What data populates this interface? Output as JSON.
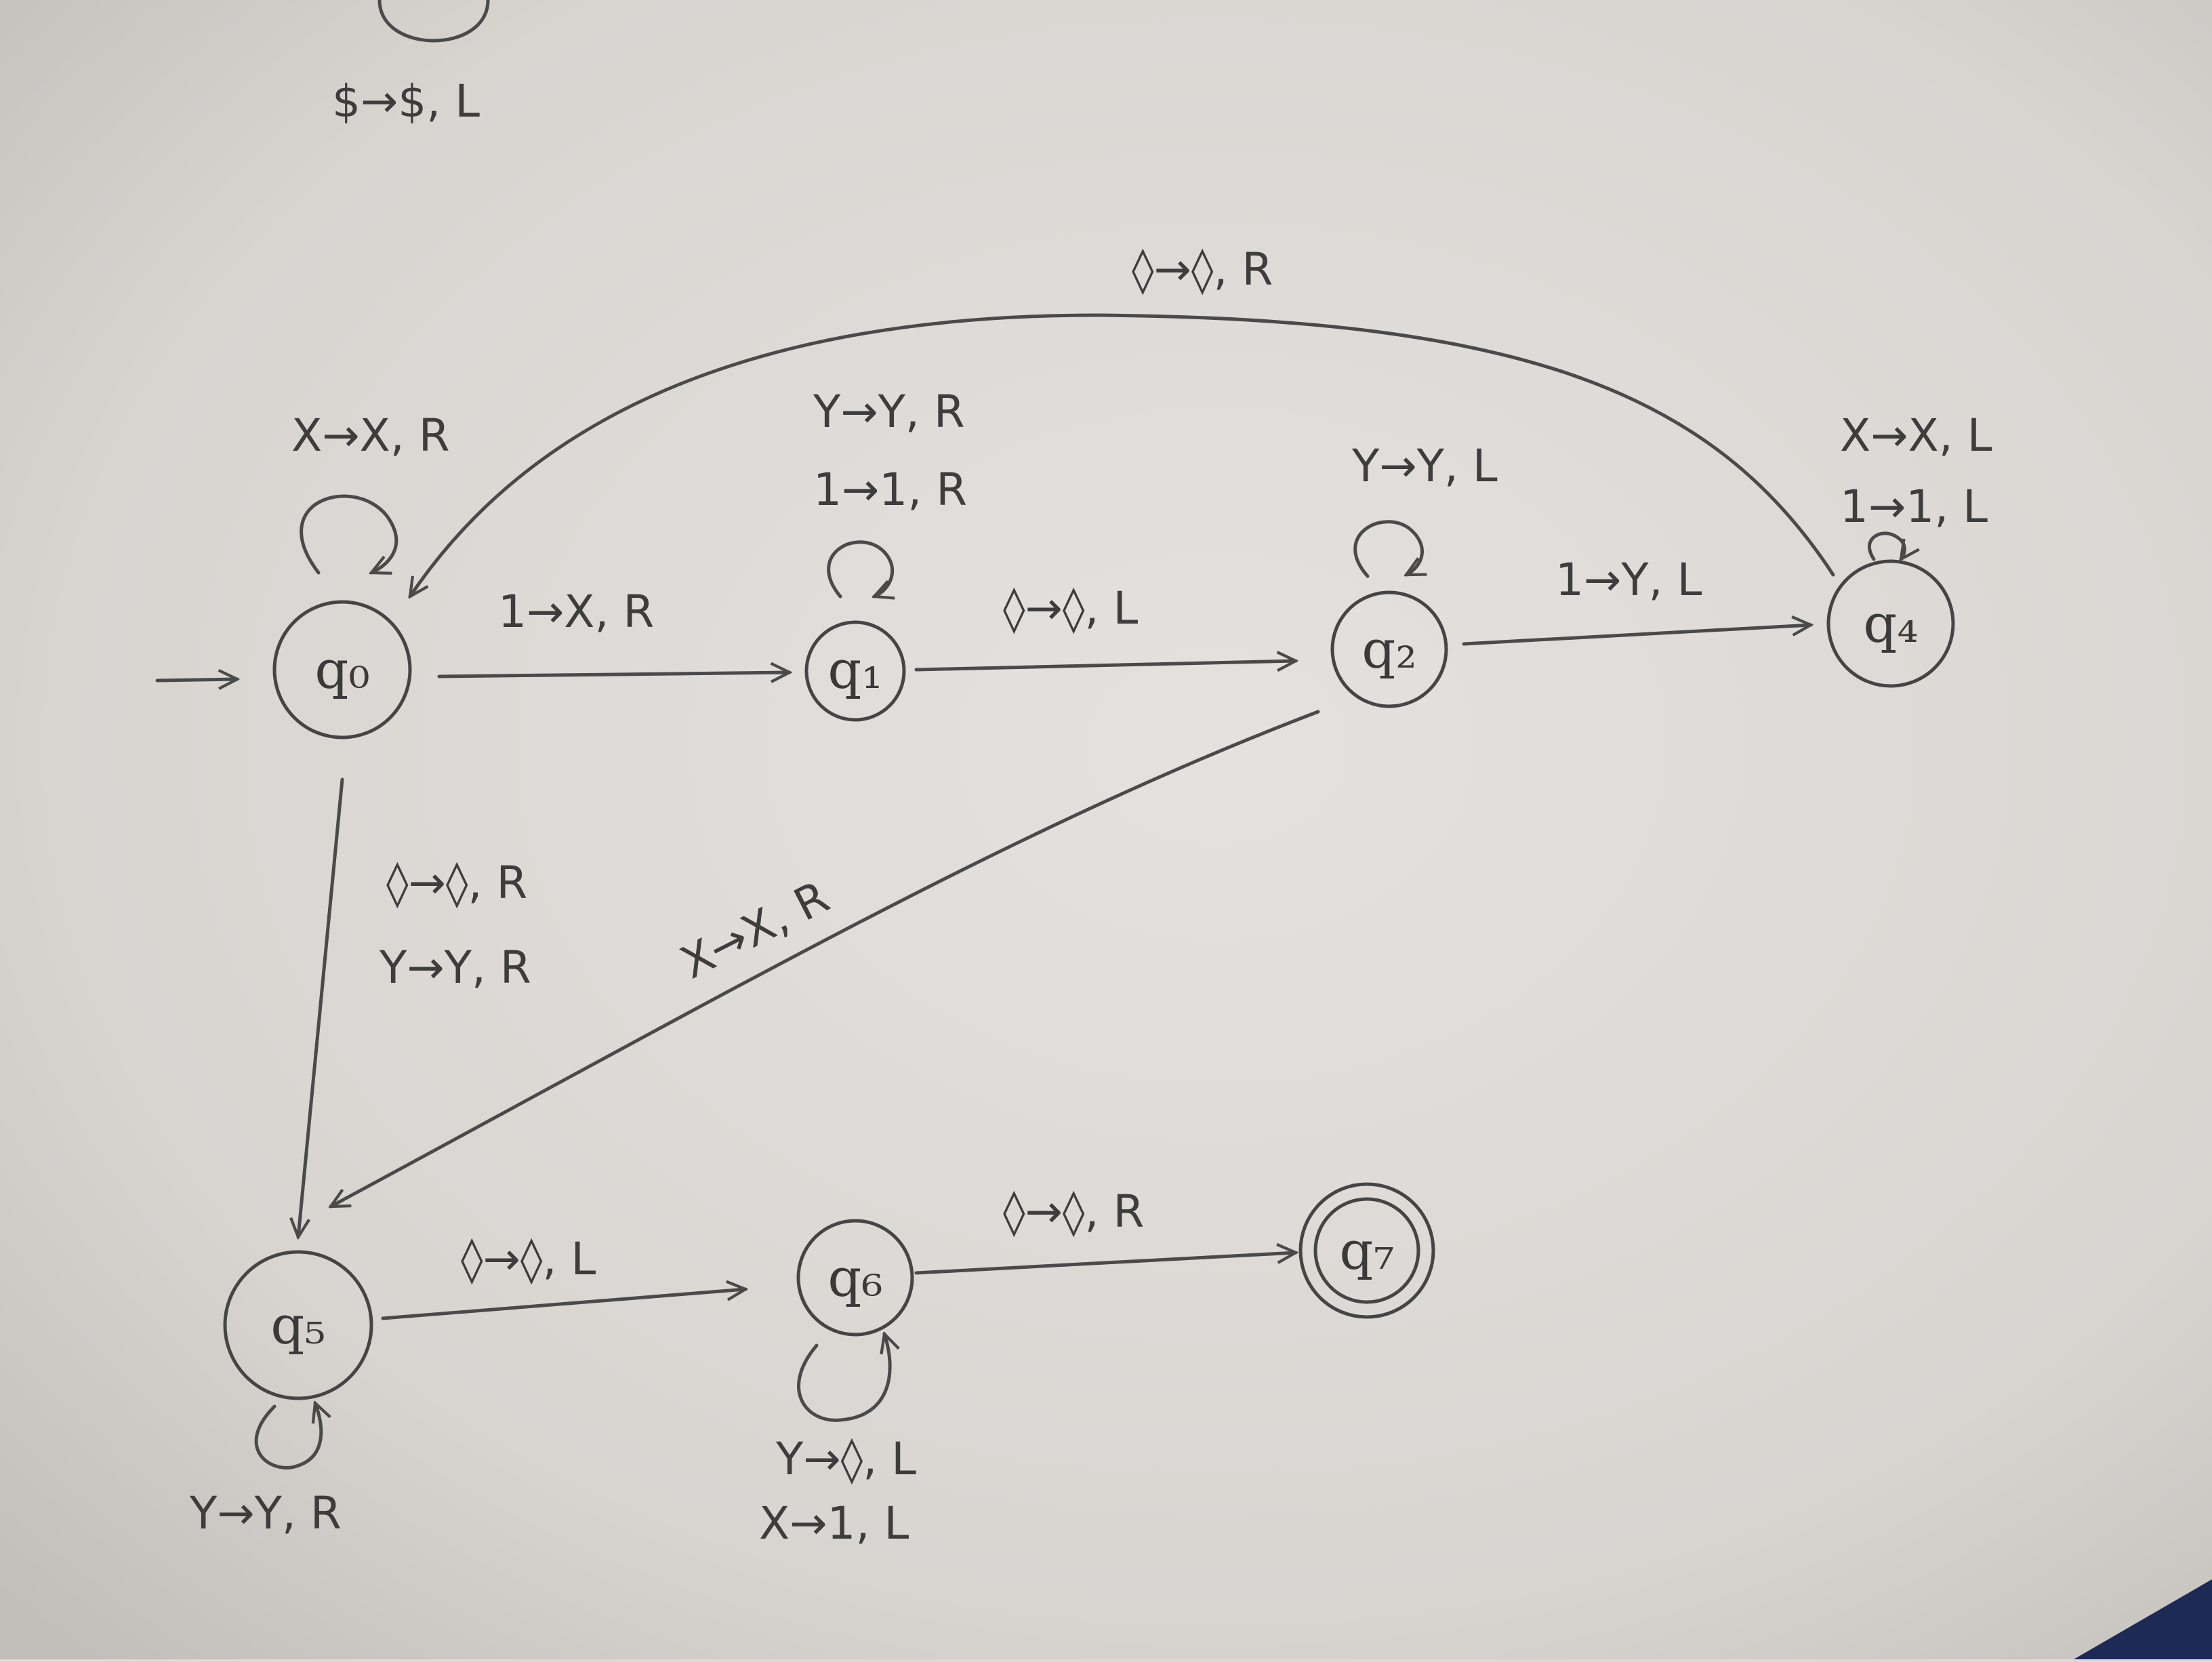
{
  "states": [
    {
      "id": "q0",
      "label": "q₀",
      "start": true
    },
    {
      "id": "q1",
      "label": "q₁"
    },
    {
      "id": "q2",
      "label": "q₂"
    },
    {
      "id": "q4",
      "label": "q₄"
    },
    {
      "id": "q5",
      "label": "q₅"
    },
    {
      "id": "q6",
      "label": "q₆"
    },
    {
      "id": "q7",
      "label": "q₇",
      "accept": true
    }
  ],
  "labels": {
    "top_loop": "$→$, L",
    "q0_loop": "X→X, R",
    "q1_loop_1": "Y→Y, R",
    "q1_loop_2": "1→1, R",
    "q2_loop": "Y→Y, L",
    "q4_loop_1": "X→X, L",
    "q4_loop_2": "1→1, L",
    "q4_to_q0": "◊→◊, R",
    "q0_to_q1": "1→X, R",
    "q1_to_q2": "◊→◊, L",
    "q2_to_q4": "1→Y, L",
    "q0_to_q5_1": "◊→◊, R",
    "q0_to_q5_2": "Y→Y, R",
    "q2_to_q5": "X→X, R",
    "q5_to_q6": "◊→◊, L",
    "q6_to_q7": "◊→◊, R",
    "q5_loop": "Y→Y, R",
    "q6_loop_1": "Y→◊, L",
    "q6_loop_2": "X→1, L"
  },
  "colors": {
    "ink": "#454545",
    "paper": "#dcd9d6",
    "corner": "#1d2a55"
  }
}
